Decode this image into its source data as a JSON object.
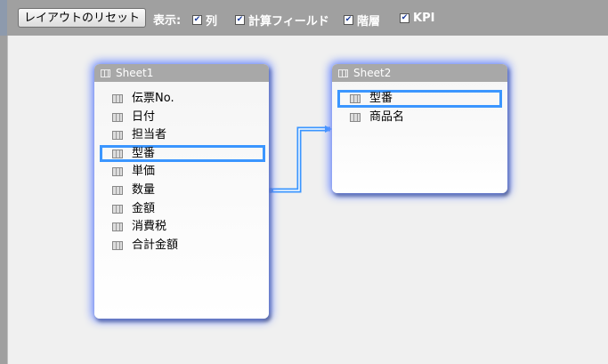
{
  "toolbar": {
    "reset_label": "レイアウトのリセット",
    "show_label": "表示:",
    "options": [
      {
        "label": "列",
        "checked": true
      },
      {
        "label": "計算フィールド",
        "checked": true
      },
      {
        "label": "階層",
        "checked": true
      },
      {
        "label": "KPI",
        "checked": true
      }
    ]
  },
  "tables": [
    {
      "name": "Sheet1",
      "fields": [
        "伝票No.",
        "日付",
        "担当者",
        "型番",
        "単価",
        "数量",
        "金額",
        "消費税",
        "合計金額"
      ],
      "selected": "型番"
    },
    {
      "name": "Sheet2",
      "fields": [
        "型番",
        "商品名"
      ],
      "selected": "型番"
    }
  ],
  "colors": {
    "accent": "#3b96ff",
    "glow": "#6f8cff"
  }
}
